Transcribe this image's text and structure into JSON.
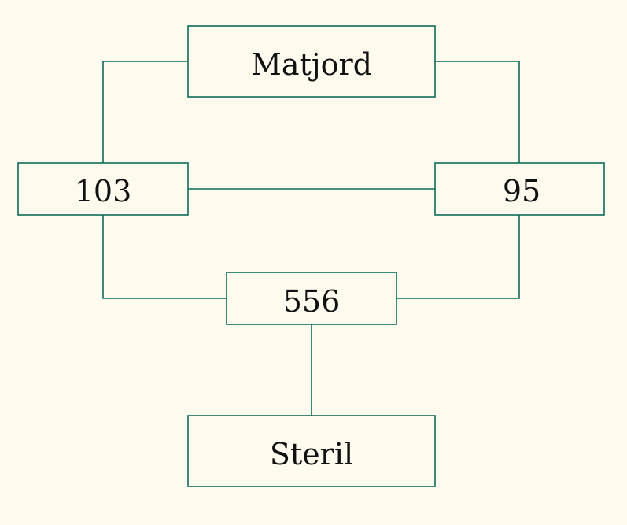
{
  "diagram": {
    "nodes": {
      "matjord": "Matjord",
      "left": "103",
      "right": "95",
      "center": "556",
      "steril": "Steril"
    },
    "colors": {
      "background": "#fefaee",
      "stroke": "#0e6b5a",
      "text": "#111111"
    }
  }
}
